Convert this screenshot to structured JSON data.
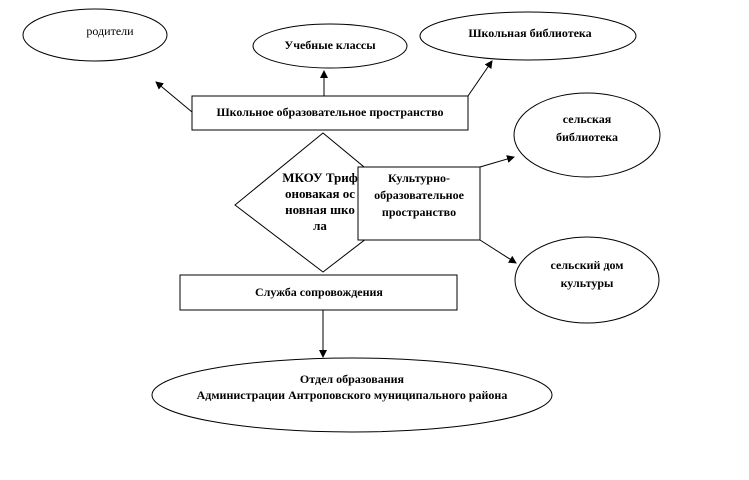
{
  "nodes": {
    "parents": "родители",
    "classes": "Учебные классы",
    "school_library": "Школьная  библиотека",
    "school_space": "Школьное образовательное пространство",
    "school": "МКОУ Трифоновакая основная школа",
    "culture_space": "Культурно-образовательное пространство",
    "village_library": "сельская библиотека",
    "culture_house": "сельский дом культуры",
    "support": "Служба  сопровождения",
    "dept_line1": "Отдел образования",
    "dept_line2": "Администрации  Антроповского муниципального  района"
  }
}
